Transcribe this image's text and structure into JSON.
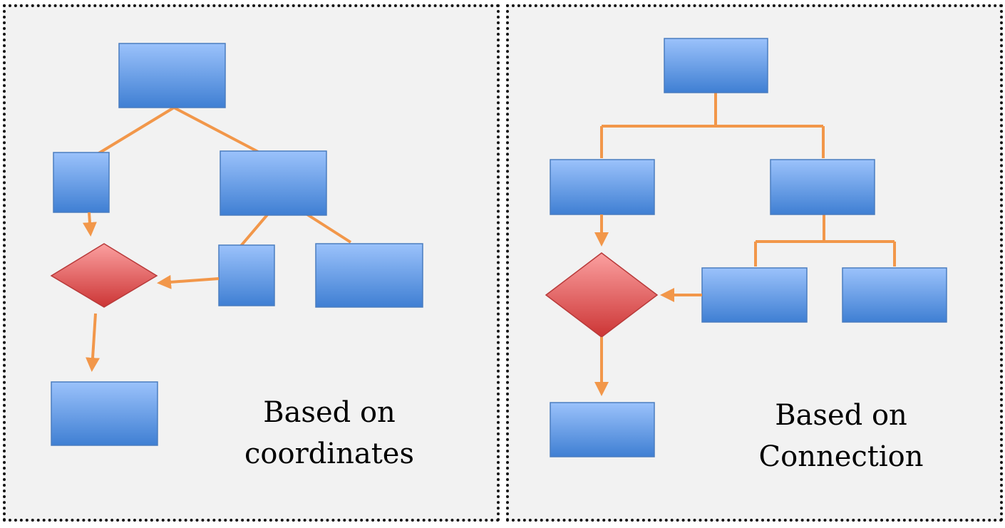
{
  "colors": {
    "box_top": "#9bc2fb",
    "box_bottom": "#3f7fd3",
    "box_border": "#4a7dc0",
    "diamond_top": "#fba0a0",
    "diamond_bottom": "#cc3535",
    "diamond_border": "#b83a3a",
    "connector": "#f2974a",
    "panel_bg": "#f2f2f2",
    "panel_border": "#111111"
  },
  "left_panel": {
    "caption_line1": "Based on",
    "caption_line2": "coordinates"
  },
  "right_panel": {
    "caption_line1": "Based on",
    "caption_line2": "Connection"
  }
}
